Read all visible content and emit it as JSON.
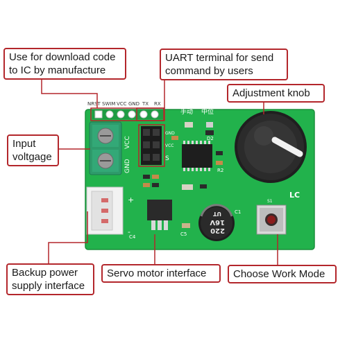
{
  "callouts": {
    "download": {
      "line1": "Use for download code",
      "line2": "to IC by manufacture"
    },
    "uart": {
      "line1": "UART terminal for send",
      "line2": "command by users"
    },
    "knob": {
      "line1": "Adjustment knob"
    },
    "input": {
      "line1": "Input",
      "line2": "voltgage"
    },
    "backup": {
      "line1": "Backup power",
      "line2": "supply interface"
    },
    "servo": {
      "line1": "Servo motor interface"
    },
    "mode": {
      "line1": "Choose Work Mode"
    }
  },
  "board": {
    "header_labels": [
      "NRST",
      "SWIM",
      "VCC",
      "GND",
      "TX",
      "RX"
    ],
    "manual_label": "手动",
    "center_label": "中位",
    "terminal_vcc": "VCC",
    "terminal_gnd": "GND",
    "servo_gnd": "GND",
    "servo_vcc": "VCC",
    "servo_s": "S",
    "cap_value": "220",
    "cap_voltage": "16V",
    "cap_series": "UT",
    "c1_label": "C1",
    "c5_label": "C5",
    "c4_label": "C4",
    "d2_label": "D2",
    "s1_label": "S1",
    "r2_label": "R2",
    "brand_mark": "LC",
    "plus_sign": "+",
    "minus_sign": "-"
  },
  "colors": {
    "pcb": "#22b24c",
    "callout_border": "#b3262b",
    "knob": "#2b2b2b",
    "terminal_block": "#2e9b6b",
    "header_black": "#1c1c1c"
  }
}
